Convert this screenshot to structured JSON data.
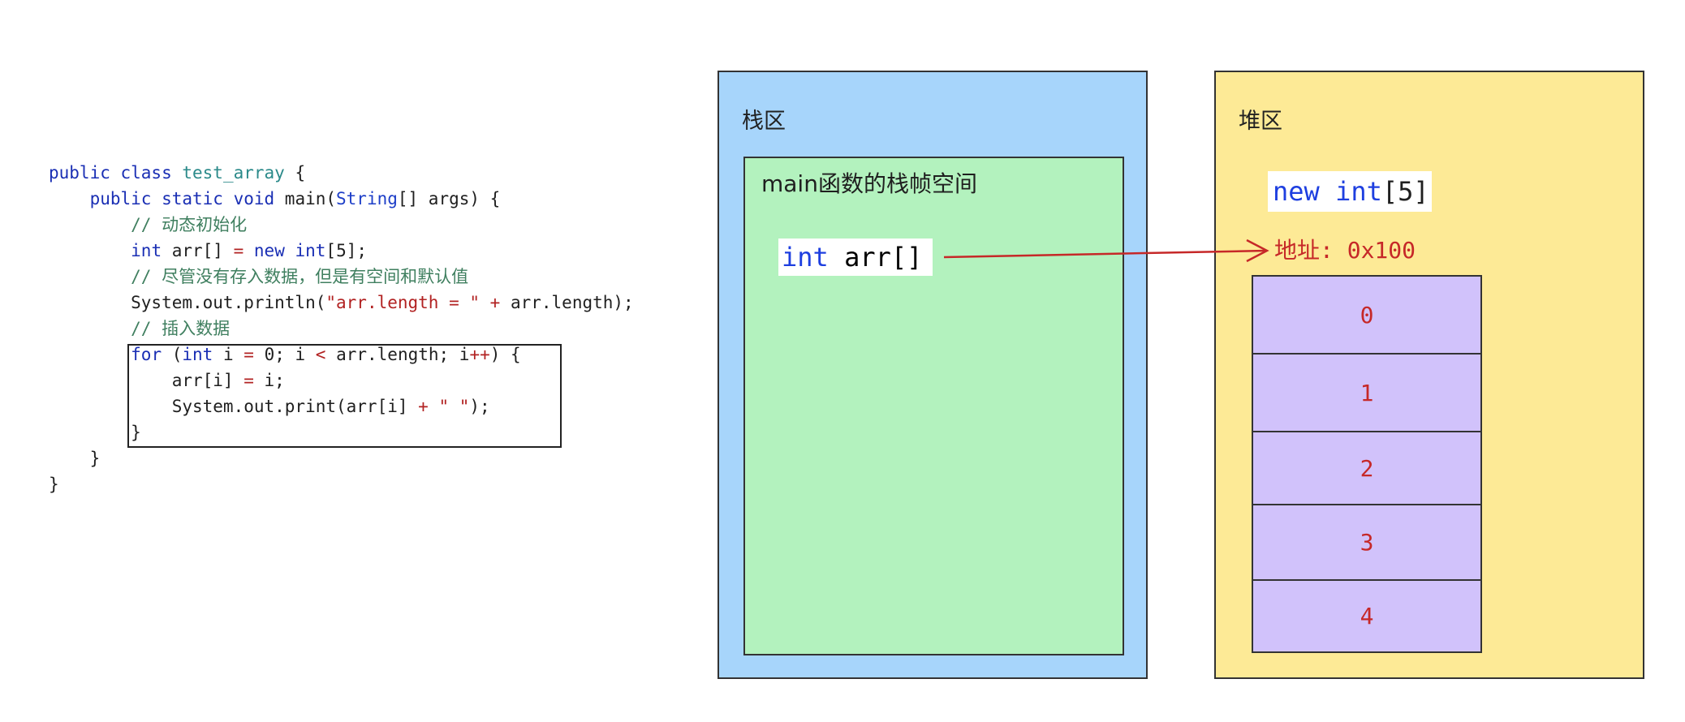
{
  "code": {
    "lines": [
      [
        {
          "t": "public class ",
          "c": "kw"
        },
        {
          "t": "test_array",
          "c": "cls"
        },
        {
          "t": " {",
          "c": ""
        }
      ],
      [
        {
          "t": "    public static void ",
          "c": "kw"
        },
        {
          "t": "main(",
          "c": ""
        },
        {
          "t": "String",
          "c": "typ"
        },
        {
          "t": "[] args) {",
          "c": ""
        }
      ],
      [
        {
          "t": "        // 动态初始化",
          "c": "cm"
        }
      ],
      [
        {
          "t": "        ",
          "c": ""
        },
        {
          "t": "int",
          "c": "kw"
        },
        {
          "t": " arr[] ",
          "c": ""
        },
        {
          "t": "=",
          "c": "op"
        },
        {
          "t": " new ",
          "c": "kw"
        },
        {
          "t": "int",
          "c": "kw"
        },
        {
          "t": "[5];",
          "c": ""
        }
      ],
      [
        {
          "t": "        // 尽管没有存入数据，但是有空间和默认值",
          "c": "cm"
        }
      ],
      [
        {
          "t": "        System.out.println(",
          "c": ""
        },
        {
          "t": "\"arr.length = \"",
          "c": "str"
        },
        {
          "t": " + ",
          "c": "op"
        },
        {
          "t": "arr.length);",
          "c": ""
        }
      ],
      [
        {
          "t": "        // 插入数据",
          "c": "cm"
        }
      ],
      [
        {
          "t": "        ",
          "c": ""
        },
        {
          "t": "for",
          "c": "kw"
        },
        {
          "t": " (",
          "c": ""
        },
        {
          "t": "int",
          "c": "kw"
        },
        {
          "t": " i ",
          "c": ""
        },
        {
          "t": "=",
          "c": "op"
        },
        {
          "t": " 0; i ",
          "c": ""
        },
        {
          "t": "<",
          "c": "op"
        },
        {
          "t": " arr.length; i",
          "c": ""
        },
        {
          "t": "++",
          "c": "op"
        },
        {
          "t": ") {",
          "c": ""
        }
      ],
      [
        {
          "t": "            arr[i] ",
          "c": ""
        },
        {
          "t": "=",
          "c": "op"
        },
        {
          "t": " i;",
          "c": ""
        }
      ],
      [
        {
          "t": "            System.out.print(arr[i] ",
          "c": ""
        },
        {
          "t": "+",
          "c": "op"
        },
        {
          "t": " ",
          "c": ""
        },
        {
          "t": "\" \"",
          "c": "str"
        },
        {
          "t": ");",
          "c": ""
        }
      ],
      [
        {
          "t": "        }",
          "c": ""
        }
      ],
      [
        {
          "t": "    }",
          "c": ""
        }
      ],
      [
        {
          "t": "}",
          "c": ""
        }
      ]
    ]
  },
  "stack": {
    "title": "栈区",
    "frame_title": "main函数的栈帧空间",
    "var_type": "int",
    "var_name": " arr[]"
  },
  "heap": {
    "title": "堆区",
    "new_kw": "new",
    "new_type": " int",
    "new_size": "[5]",
    "address": "地址: 0x100",
    "cells": [
      "0",
      "1",
      "2",
      "3",
      "4"
    ]
  },
  "colors": {
    "stack_bg": "#a7d5fb",
    "frame_bg": "#b3f2be",
    "heap_bg": "#fdea96",
    "array_bg": "#d1c2fb",
    "pointer": "#c62828",
    "keyword": "#1a2fb4"
  }
}
